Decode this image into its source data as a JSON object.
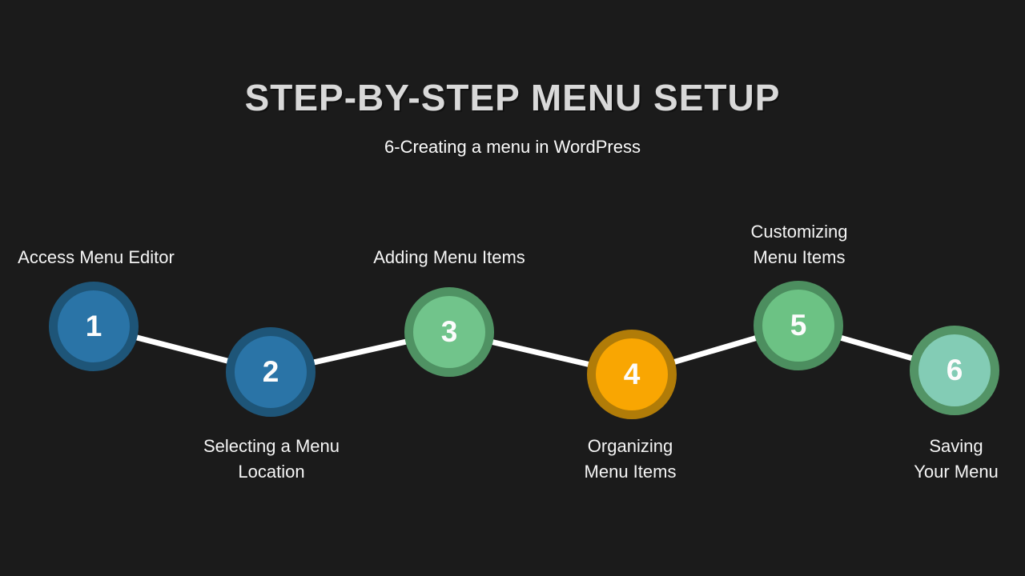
{
  "background_color": "#1B1B1B",
  "header": {
    "title": "STEP-BY-STEP MENU SETUP",
    "subtitle": "6-Creating a menu in WordPress",
    "title_color": "#D9D9D9",
    "text_color": "#FAFAFA"
  },
  "connector": {
    "color": "#FFFFFF",
    "thickness": 7
  },
  "steps": [
    {
      "number": "1",
      "label": "Access Menu Editor",
      "label_lines": [
        "Access Menu Editor"
      ],
      "label_position": "above",
      "fill_color": "#2A74A7",
      "ring_color": "#1E5578"
    },
    {
      "number": "2",
      "label": "Selecting a Menu Location",
      "label_lines": [
        "Selecting a Menu",
        "Location"
      ],
      "label_position": "below",
      "fill_color": "#2A74A7",
      "ring_color": "#1E5578"
    },
    {
      "number": "3",
      "label": "Adding Menu Items",
      "label_lines": [
        "Adding Menu Items"
      ],
      "label_position": "above",
      "fill_color": "#71C48B",
      "ring_color": "#4F9263"
    },
    {
      "number": "4",
      "label": "Organizing Menu Items",
      "label_lines": [
        "Organizing",
        "Menu Items"
      ],
      "label_position": "below",
      "fill_color": "#F9A602",
      "ring_color": "#B17C08"
    },
    {
      "number": "5",
      "label": "Customizing Menu Items",
      "label_lines": [
        "Customizing",
        "Menu Items"
      ],
      "label_position": "above",
      "fill_color": "#6CC284",
      "ring_color": "#4C8E5F"
    },
    {
      "number": "6",
      "label": "Saving Your Menu",
      "label_lines": [
        "Saving",
        "Your Menu"
      ],
      "label_position": "below",
      "fill_color": "#83CCB5",
      "ring_color": "#539466"
    }
  ]
}
